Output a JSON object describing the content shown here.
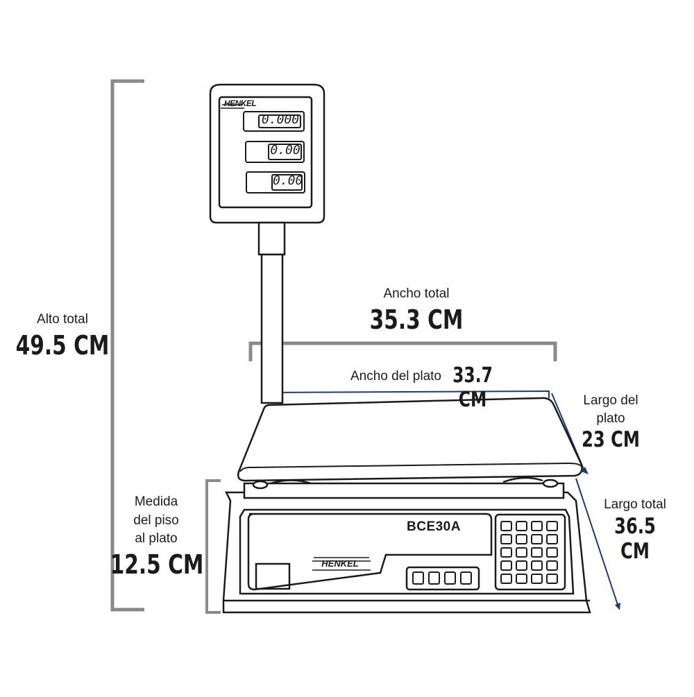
{
  "labels": {
    "alto_total": {
      "caption": "Alto total",
      "value": "49.5 CM"
    },
    "ancho_total": {
      "caption": "Ancho total",
      "value": "35.3 CM"
    },
    "ancho_plato": {
      "caption": "Ancho del plato",
      "value": "33.7 CM"
    },
    "largo_plato": {
      "caption_line1": "Largo del",
      "caption_line2": "plato",
      "value": "23 CM"
    },
    "largo_total": {
      "caption": "Largo total",
      "value": "36.5 CM"
    },
    "medida_piso": {
      "caption_line1": "Medida",
      "caption_line2": "del piso",
      "caption_line3": "al plato",
      "value": "12.5 CM"
    }
  },
  "scale": {
    "model": "BCE30A",
    "brand": "HENKEL",
    "displays": [
      "0.000",
      "0.00",
      "0.00"
    ]
  },
  "colors": {
    "outline": "#1a1a1a",
    "gray_bracket": "#8a8a8a",
    "blue_dimension": "#1e3a78"
  }
}
